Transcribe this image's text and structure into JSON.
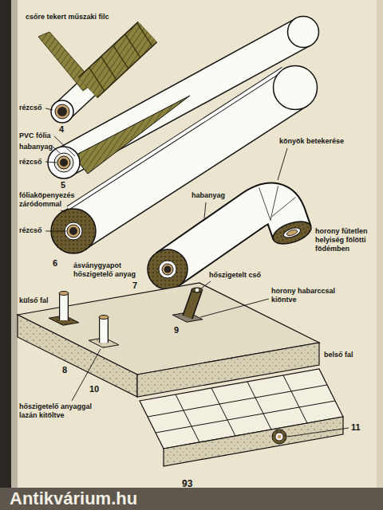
{
  "diagram": {
    "labels": [
      "csőre tekert műszaki filc",
      "rézcső",
      "4",
      "PVC fólia",
      "habanyag",
      "rézcső",
      "5",
      "fóliaköpenyezés záródommal",
      "könyök betekerése",
      "rézcső",
      "6",
      "habanyag",
      "ásványgyapot hőszigetelő anyag",
      "7",
      "horony fűtetlen helyiség fölötti födémben",
      "külső fal",
      "hőszigetelt cső",
      "horony habarccsal kiöntve",
      "8",
      "9",
      "belső fal",
      "11",
      "hőszigetelő anyaggal lazán kitöltve",
      "10",
      "93",
      "Antikvárium.hu"
    ]
  }
}
